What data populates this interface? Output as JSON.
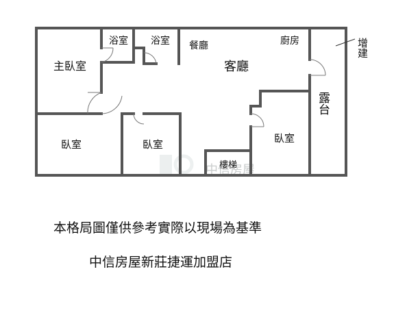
{
  "floorplan": {
    "rooms": {
      "master_bedroom": "主臥室",
      "bath_1": "浴室",
      "bath_2": "浴室",
      "dining": "餐廳",
      "living": "客廳",
      "kitchen": "廚房",
      "balcony": "露台",
      "extension": "增建",
      "bedroom_1": "臥室",
      "bedroom_2": "臥室",
      "bedroom_3": "臥室",
      "stairs": "樓梯"
    },
    "watermark": "中信房屋"
  },
  "notes": {
    "disclaimer": "本格局圖僅供參考實際以現場為基準",
    "agency": "中信房屋新莊捷運加盟店"
  }
}
